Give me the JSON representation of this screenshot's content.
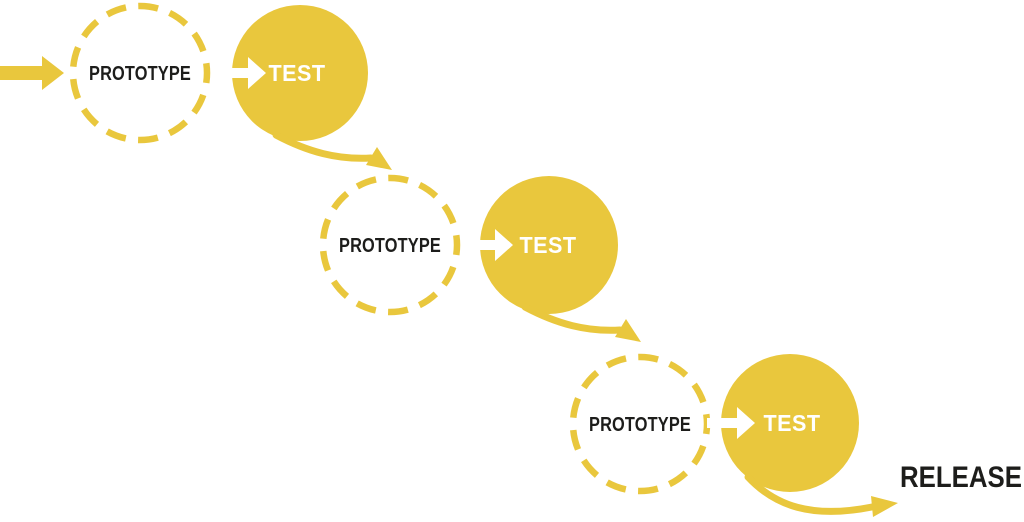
{
  "diagram": {
    "stages": [
      {
        "prototype_label": "PROTOTYPE",
        "test_label": "TEST"
      },
      {
        "prototype_label": "PROTOTYPE",
        "test_label": "TEST"
      },
      {
        "prototype_label": "PROTOTYPE",
        "test_label": "TEST"
      }
    ],
    "release_label": "RELEASE",
    "colors": {
      "accent_yellow": "#E9C73D",
      "text_dark": "#1D1D1B",
      "text_light": "#FFFFFF",
      "background": "#FFFFFF"
    }
  }
}
